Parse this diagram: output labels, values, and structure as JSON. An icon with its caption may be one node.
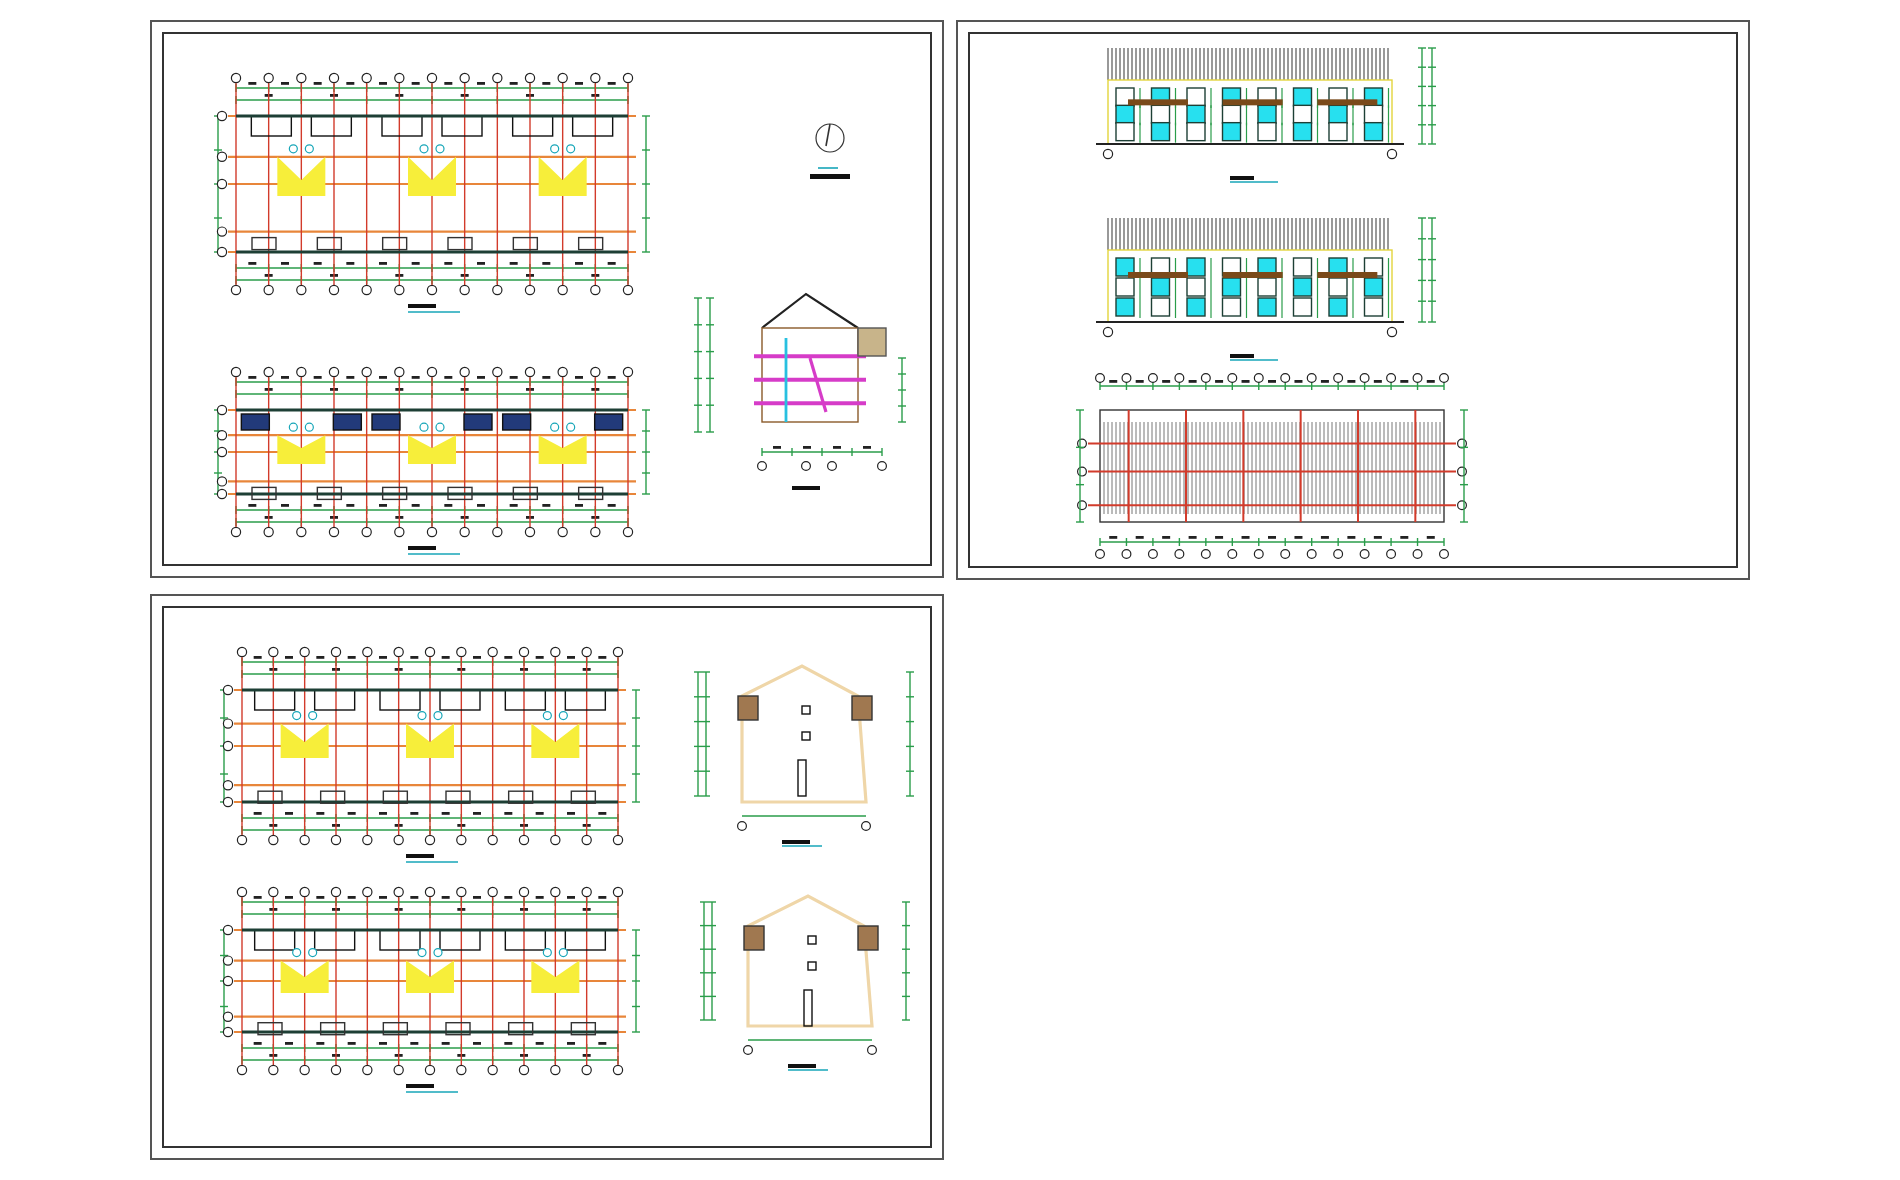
{
  "diagram": {
    "nodes": [
      {
        "text": [],
        "shape": "box"
      },
      {
        "text": [],
        "shape": "picture",
        "in": 0
      },
      {
        "text": [],
        "shape": "picture",
        "in": 0
      },
      {
        "text": [],
        "shape": "picture",
        "in": 0
      },
      {
        "text": [],
        "shape": "picture",
        "in": 0
      },
      {
        "text": [],
        "shape": "box"
      },
      {
        "text": [],
        "shape": "picture",
        "in": 5
      },
      {
        "text": [],
        "shape": "picture",
        "in": 5
      },
      {
        "text": [],
        "shape": "picture",
        "in": 5
      },
      {
        "text": [],
        "shape": "box"
      },
      {
        "text": [],
        "shape": "picture",
        "in": 9
      },
      {
        "text": [],
        "shape": "picture",
        "in": 9
      },
      {
        "text": [],
        "shape": "picture",
        "in": 9
      },
      {
        "text": [],
        "shape": "picture",
        "in": 9
      }
    ]
  }
}
